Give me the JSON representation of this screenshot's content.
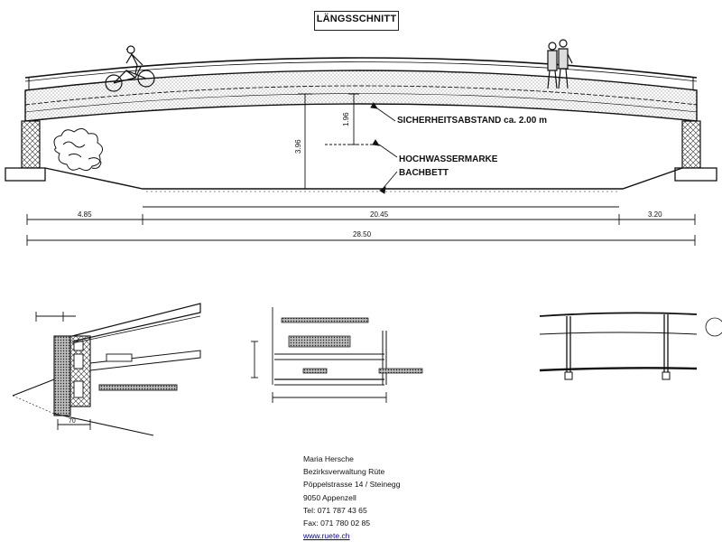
{
  "title": "LÄNGSSCHNITT",
  "annotations": {
    "safety_clearance": "SICHERHEITSABSTAND  ca. 2.00 m",
    "flood_mark": "HOCHWASSERMARKE",
    "streambed": "BACHBETT"
  },
  "dimensions": {
    "clearance_height": "1.96",
    "total_height": "3.96",
    "left_span": "4.85",
    "middle_span": "20.45",
    "right_span": "3.20",
    "total_span": "28.50"
  },
  "details": {
    "left_width": "70"
  },
  "contact": {
    "name": "Maria Hersche",
    "org": "Bezirksverwaltung Rüte",
    "street": "Pöppelstrasse 14 / Steinegg",
    "city": "9050 Appenzell",
    "tel": "Tel:  071 787 43 65",
    "fax": "Fax:  071 780 02 85",
    "website": "www.ruete.ch"
  }
}
